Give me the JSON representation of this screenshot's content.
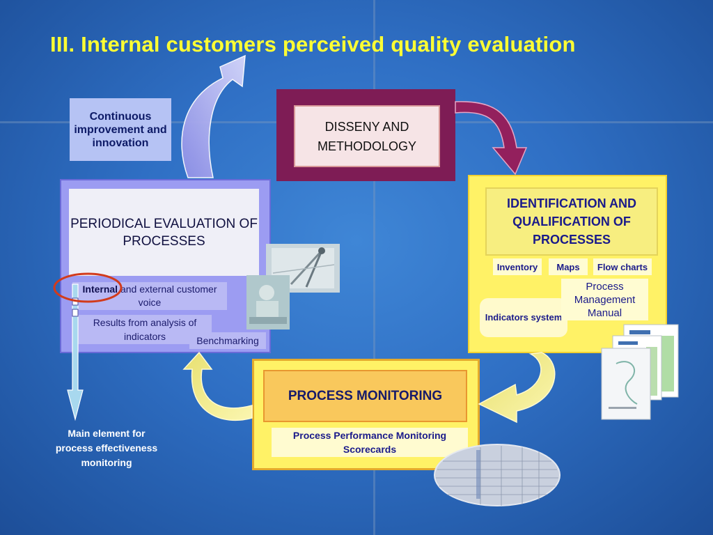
{
  "slide": {
    "title": "III. Internal customers perceived quality evaluation"
  },
  "diagram": {
    "continuous_improvement": "Continuous improvement and innovation",
    "disseny": "DISSENY AND METHODOLOGY",
    "periodical": {
      "title": "PERIODICAL EVALUATION OF PROCESSES",
      "voice_bold": "Internal",
      "voice_rest": " and external customer voice",
      "results": "Results from analysis of indicators",
      "benchmarking": "Benchmarking"
    },
    "identification": {
      "title": "IDENTIFICATION AND QUALIFICATION OF PROCESSES",
      "inventory": "Inventory",
      "maps": "Maps",
      "flow_charts": "Flow charts",
      "process_manual": "Process Management Manual",
      "indicators": "Indicators system"
    },
    "monitoring": {
      "title": "PROCESS MONITORING",
      "scorecards": "Process Performance Monitoring Scorecards"
    },
    "main_element": "Main element for process effectiveness monitoring"
  },
  "colors": {
    "title": "#ffff33",
    "disseny_frame": "#7e1c55",
    "periodical_frame": "#9c9cf2",
    "identification_frame": "#fff266",
    "monitoring_inner": "#f9c85c",
    "highlight_circle": "#d23b1c"
  }
}
